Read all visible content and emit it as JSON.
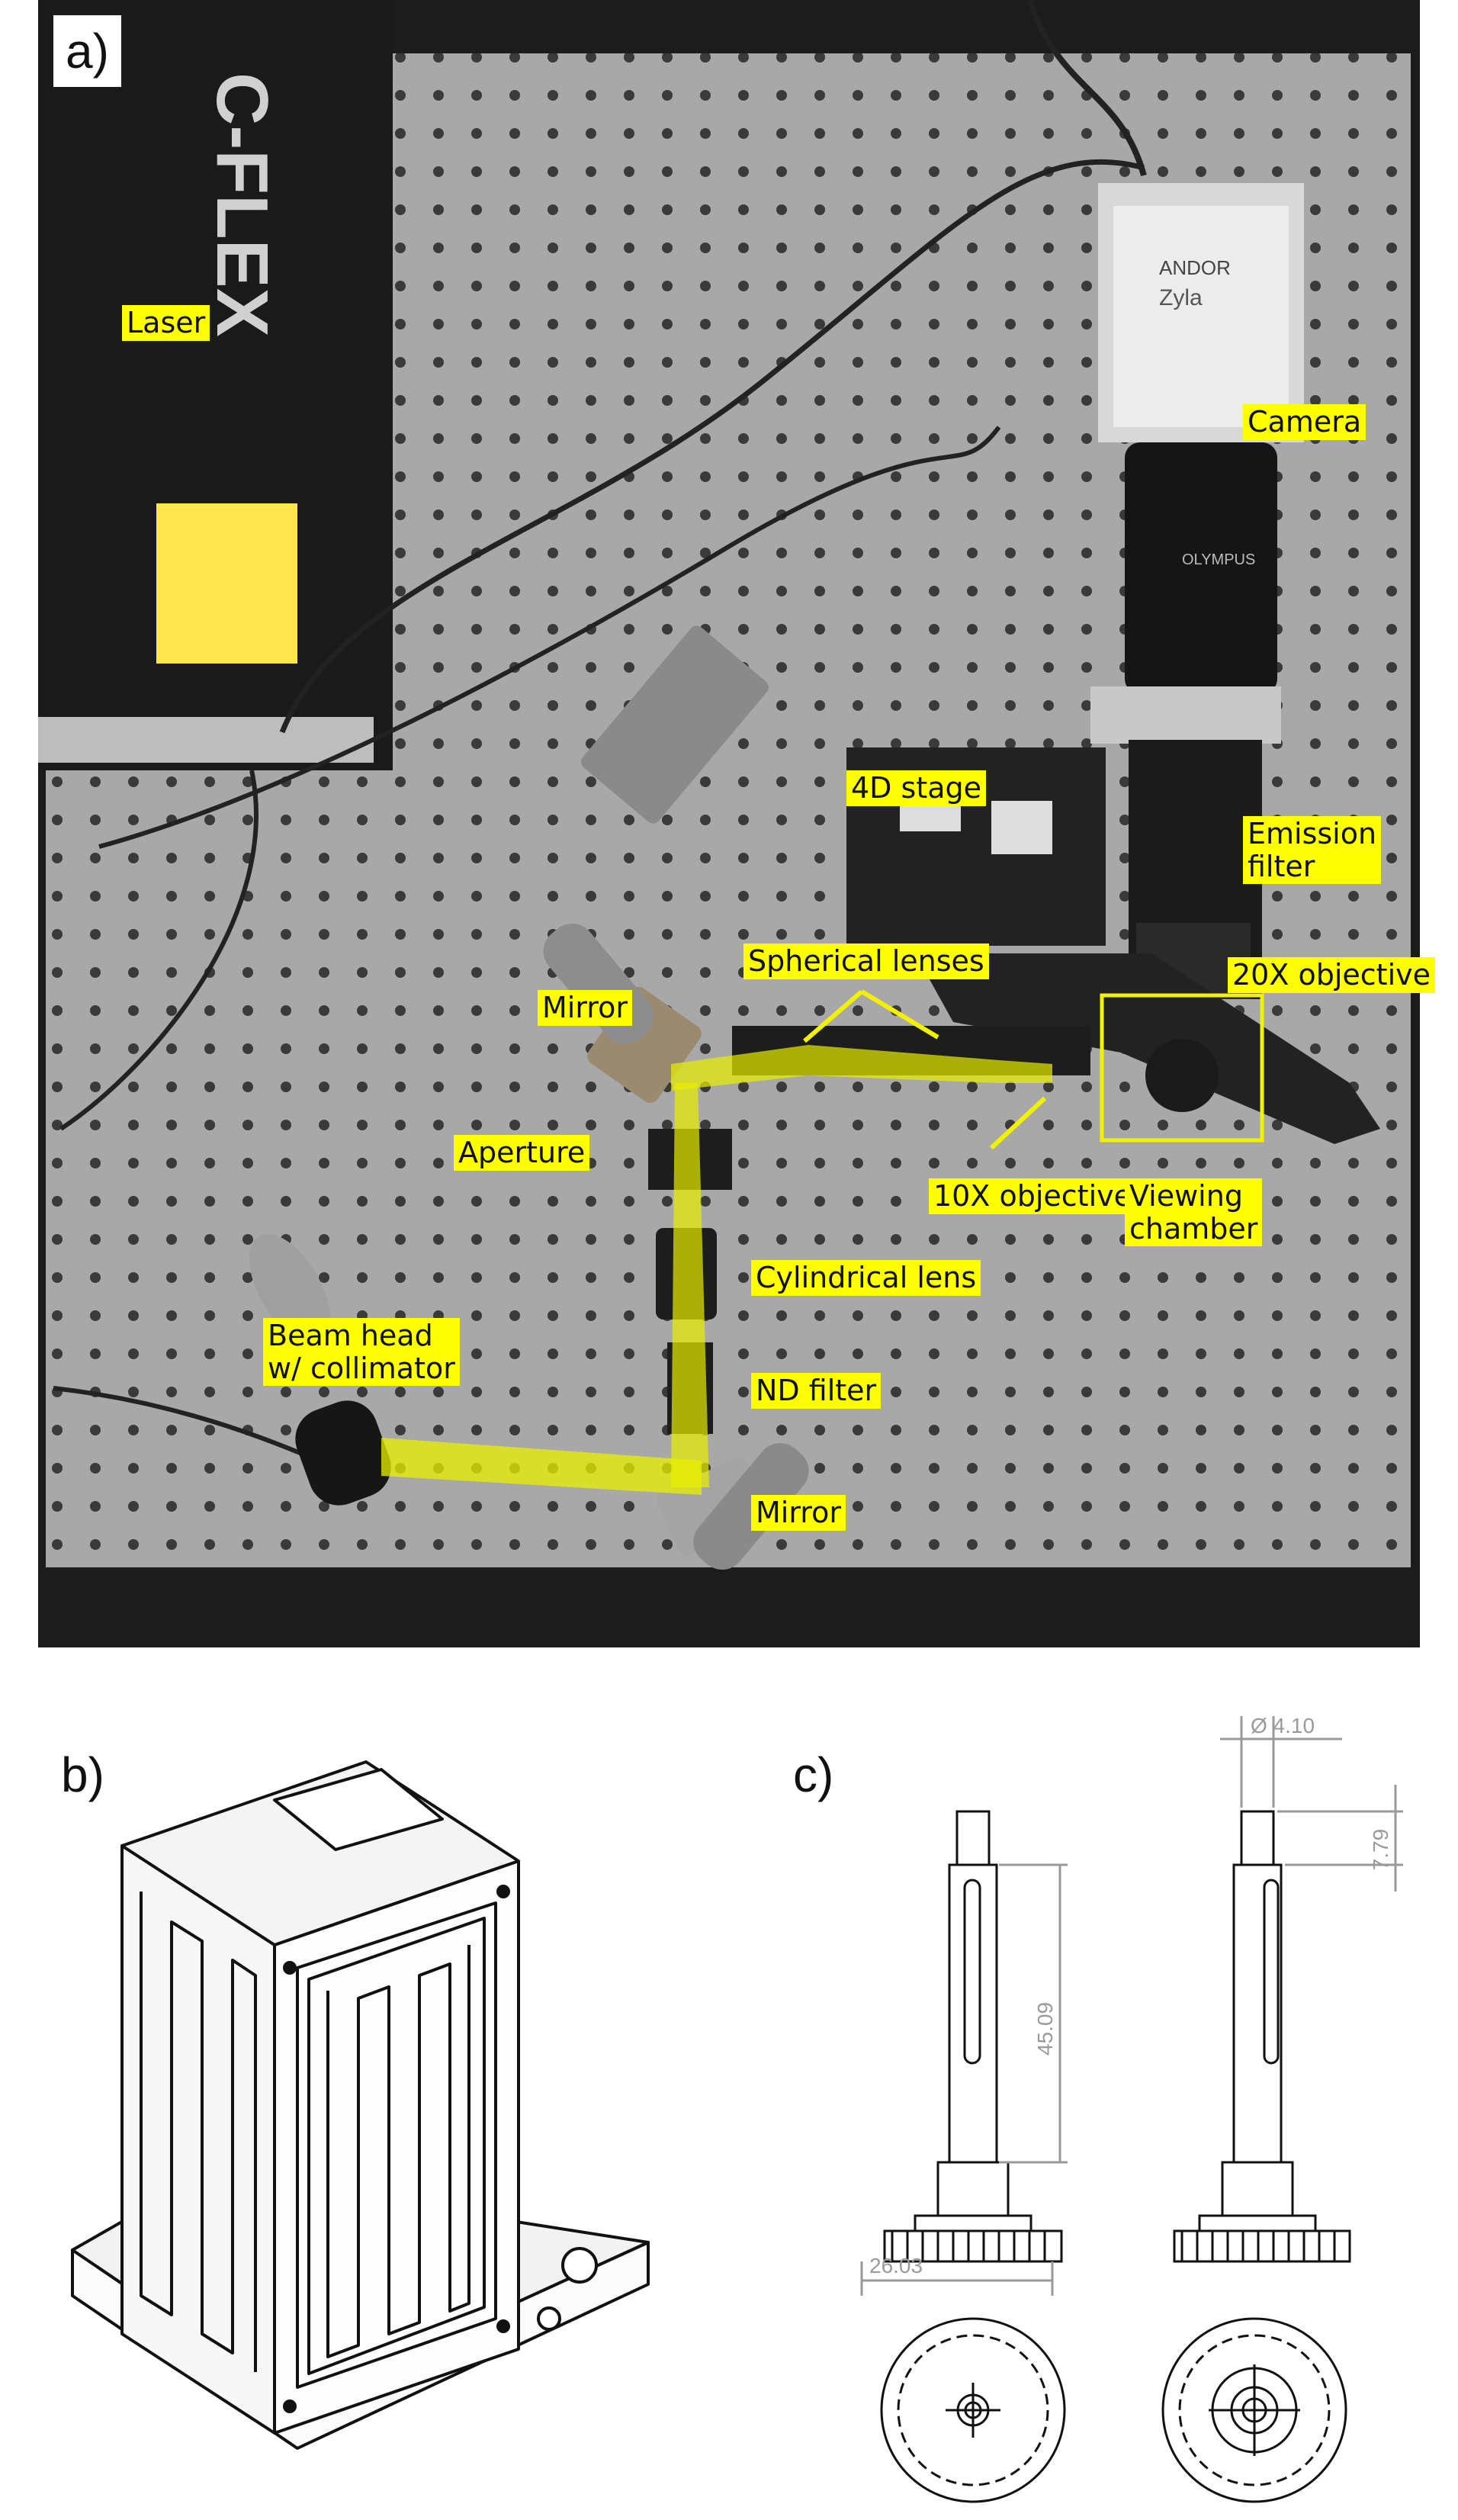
{
  "panels": {
    "a": "a)",
    "b": "b)",
    "c": "c)"
  },
  "photo": {
    "laser_brand": "C-FLEX",
    "camera_brand": "ANDOR",
    "camera_model": "Zyla",
    "objective_brand": "OLYMPUS"
  },
  "labels": {
    "laser": "Laser",
    "camera": "Camera",
    "stage": "4D stage",
    "emission1": "Emission",
    "emission2": "filter",
    "objective20x": "20X objective",
    "spherical": "Spherical lenses",
    "mirror_top": "Mirror",
    "aperture": "Aperture",
    "objective10x": "10X objective",
    "viewing1": "Viewing",
    "viewing2": "chamber",
    "cyl": "Cylindrical lens",
    "beam1": "Beam head",
    "beam2": "w/ collimator",
    "nd": "ND filter",
    "mirror_bottom": "Mirror"
  },
  "dimensions": {
    "diameter": "Ø 4.10",
    "height_top": "7.79",
    "length": "45.09",
    "width": "26.03"
  },
  "colors": {
    "highlight": "#ffff00",
    "beam": "#e8f000",
    "table": "#a8a8a8"
  }
}
